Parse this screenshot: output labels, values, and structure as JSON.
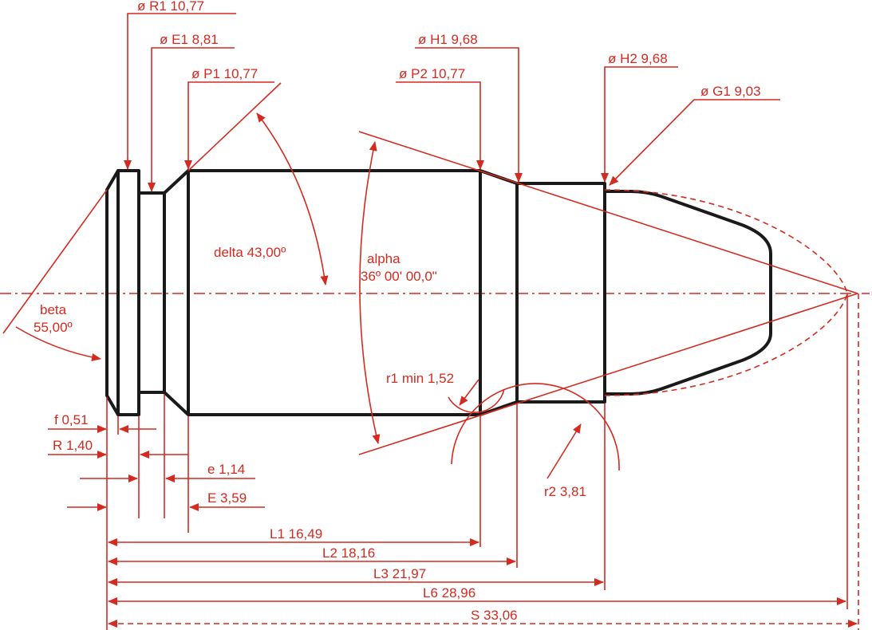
{
  "colors": {
    "dimension": "#d42a20",
    "outline": "#1a1a1a",
    "background": "#ffffff"
  },
  "labels": {
    "R1": "ø R1  10,77",
    "E1": "ø E1  8,81",
    "P1": "ø P1  10,77",
    "H1": "ø H1  9,68",
    "P2": "ø P2  10,77",
    "H2": "ø H2  9,68",
    "G1": "ø G1  9,03",
    "delta": "delta  43,00º",
    "alpha_name": "alpha",
    "alpha_value": "36º 00' 00,0\"",
    "beta_name": "beta",
    "beta_value": "55,00º",
    "r1": "r1 min  1,52",
    "r2": "r2  3,81",
    "f": "f  0,51",
    "R": "R 1,40",
    "e": "e  1,14",
    "E": "E  3,59",
    "L1": "L1  16,49",
    "L2": "L2  18,16",
    "L3": "L3  21,97",
    "L6": "L6  28,96",
    "S": "S  33,06"
  }
}
